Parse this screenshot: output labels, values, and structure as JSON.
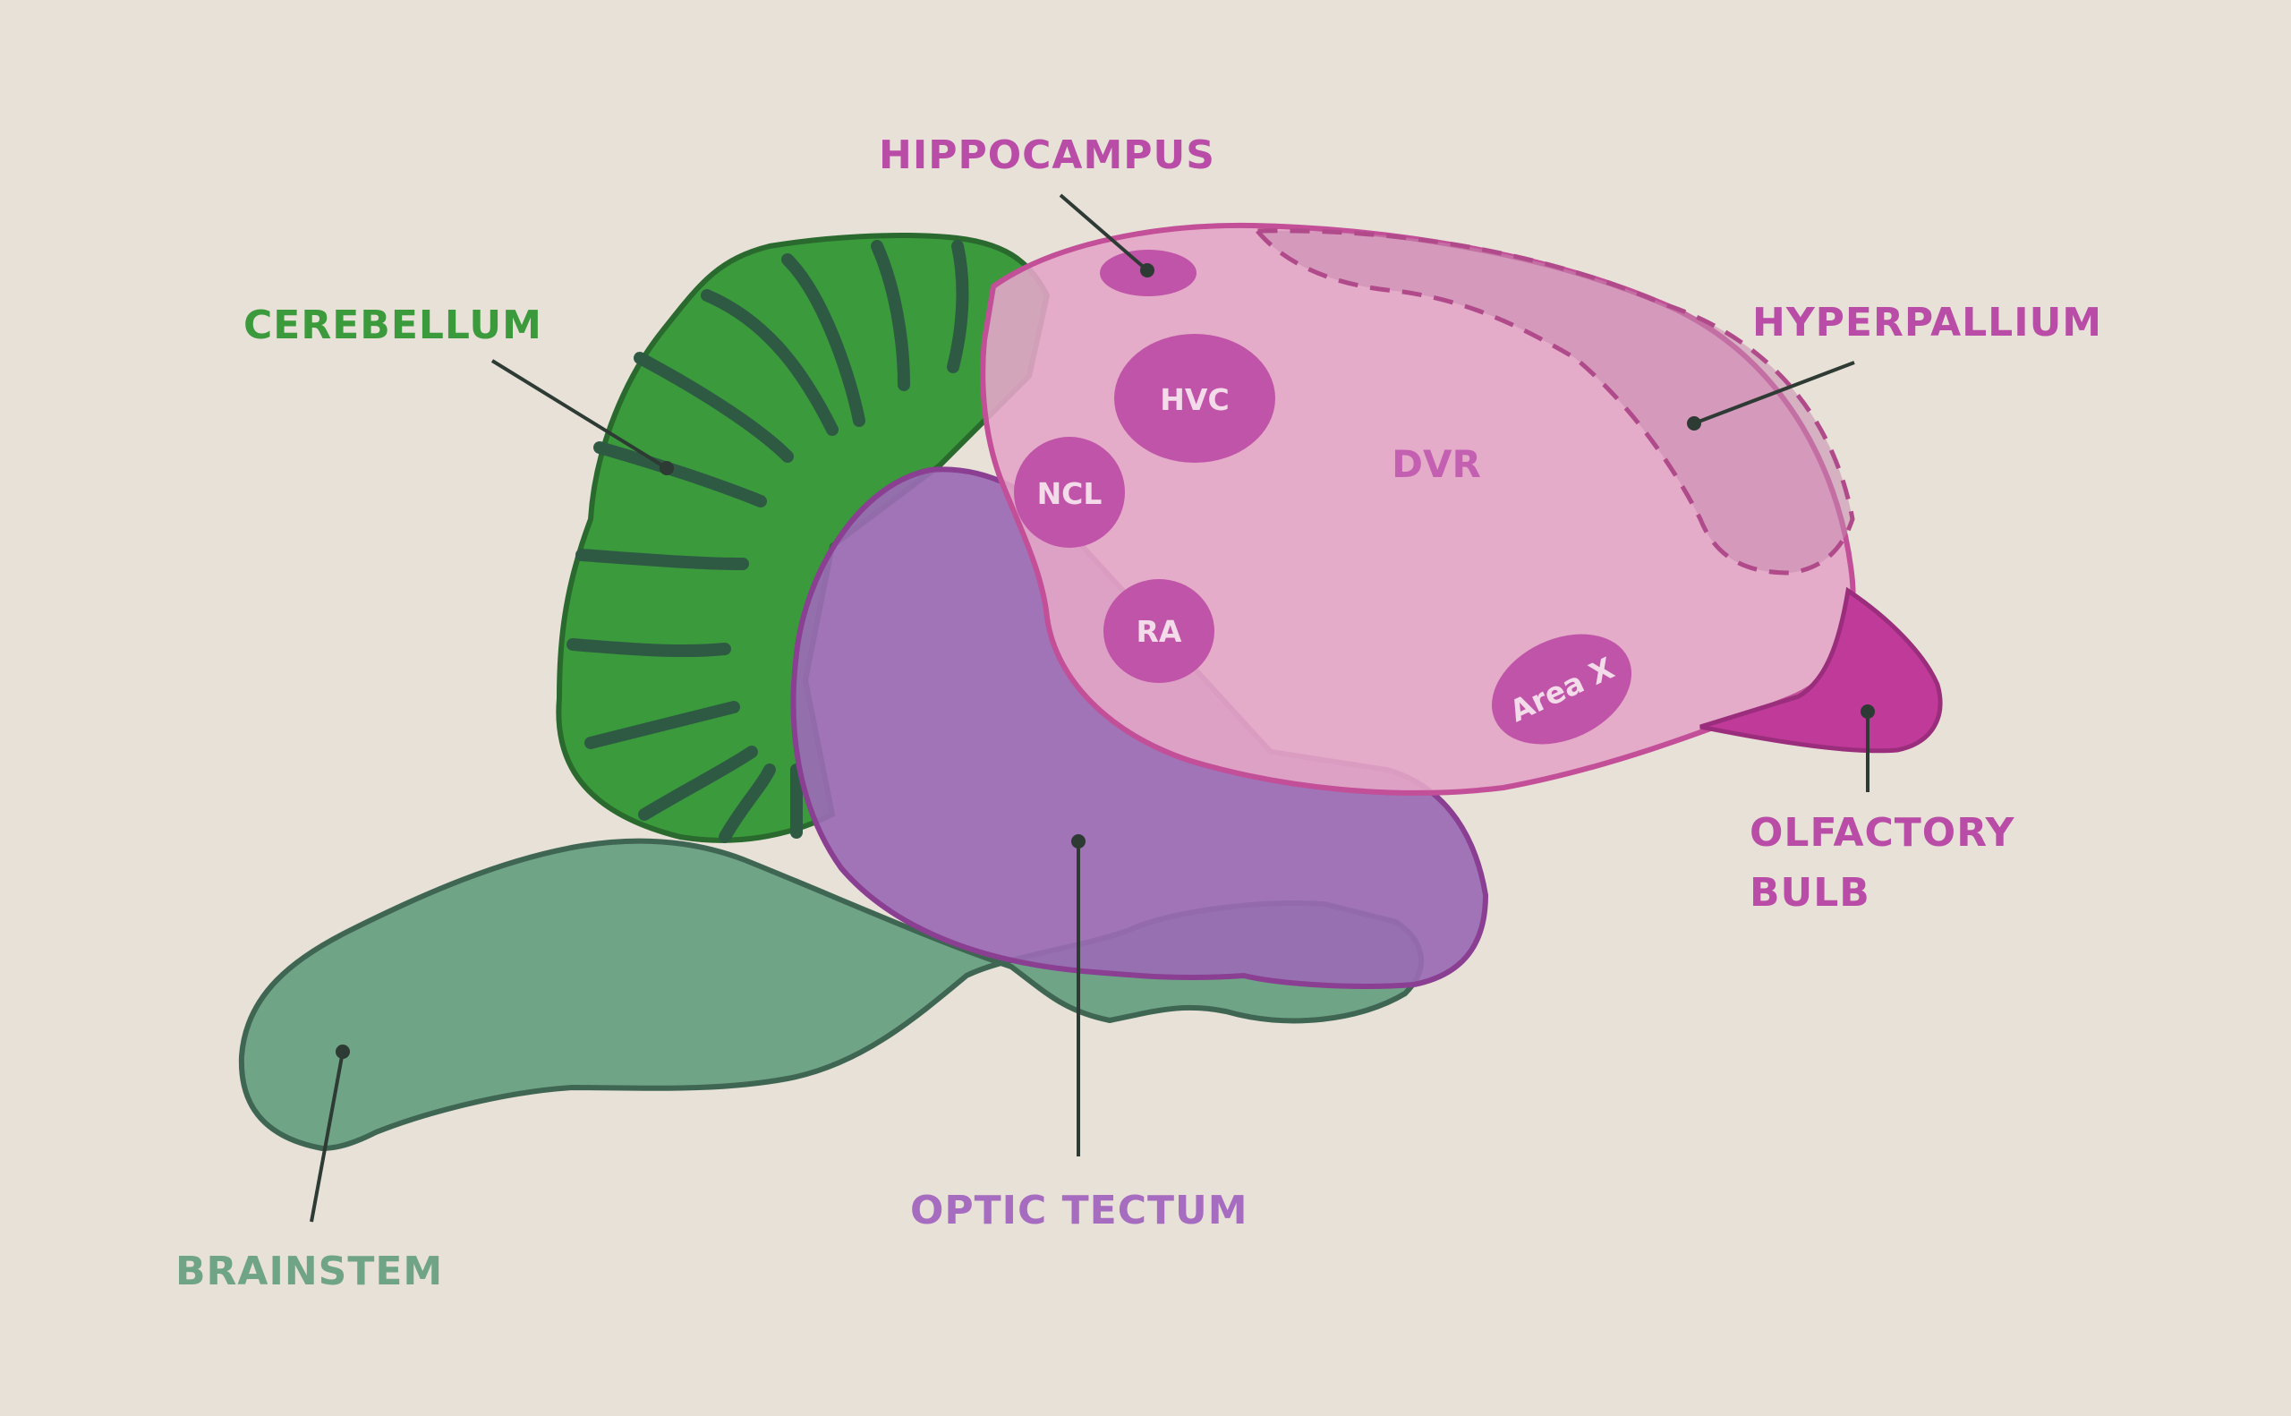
{
  "labels": {
    "hippocampus": "HIPPOCAMPUS",
    "cerebellum": "CEREBELLUM",
    "hyperpallium": "HYPERPALLIUM",
    "olfactory_line1": "OLFACTORY",
    "olfactory_line2": "BULB",
    "optic_tectum": "OPTIC TECTUM",
    "brainstem": "BRAINSTEM"
  },
  "nuclei": {
    "hvc": "HVC",
    "ncl": "NCL",
    "ra": "RA",
    "area_x": "Area X",
    "dvr": "DVR"
  },
  "colors": {
    "background": "#e8e1d8",
    "cerebellum": "#3a9a3c",
    "brainstem": "#6fa487",
    "optic_tectum": "#9a6cb4",
    "telencephalon": "#e3a6c8",
    "nucleus": "#c054a8",
    "olfactory_bulb": "#bf3a99",
    "label_green": "#3a9a3c",
    "label_teal": "#6fa487",
    "label_purple": "#a66cc0",
    "label_magenta": "#b84ca6"
  }
}
